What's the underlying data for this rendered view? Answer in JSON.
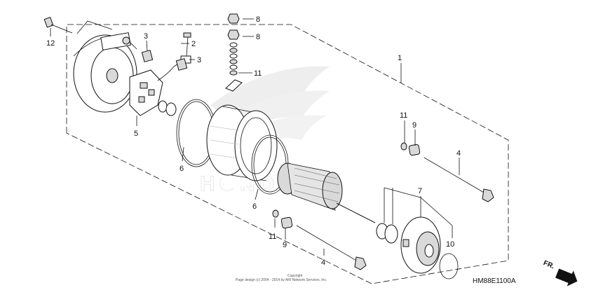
{
  "diagram": {
    "callouts": [
      {
        "id": "c12",
        "label": "12"
      },
      {
        "id": "c3a",
        "label": "3"
      },
      {
        "id": "c2",
        "label": "2"
      },
      {
        "id": "c3b",
        "label": "3"
      },
      {
        "id": "c8a",
        "label": "8"
      },
      {
        "id": "c8b",
        "label": "8"
      },
      {
        "id": "c11a",
        "label": "11"
      },
      {
        "id": "c1",
        "label": "1"
      },
      {
        "id": "c5",
        "label": "5"
      },
      {
        "id": "c6a",
        "label": "6"
      },
      {
        "id": "c6b",
        "label": "6"
      },
      {
        "id": "c11b",
        "label": "11"
      },
      {
        "id": "c9a",
        "label": "9"
      },
      {
        "id": "c4a",
        "label": "4"
      },
      {
        "id": "c7",
        "label": "7"
      },
      {
        "id": "c10",
        "label": "10"
      },
      {
        "id": "c11c",
        "label": "11"
      },
      {
        "id": "c9b",
        "label": "9"
      },
      {
        "id": "c4b",
        "label": "4"
      }
    ],
    "watermark_text": "HONDA",
    "direction_label": "FR.",
    "diagram_code": "HM88E1100A",
    "copyright_line1": "Copyright",
    "copyright_line2": "Page design (c) 2004 - 2014 by ARI Network Services, Inc."
  }
}
